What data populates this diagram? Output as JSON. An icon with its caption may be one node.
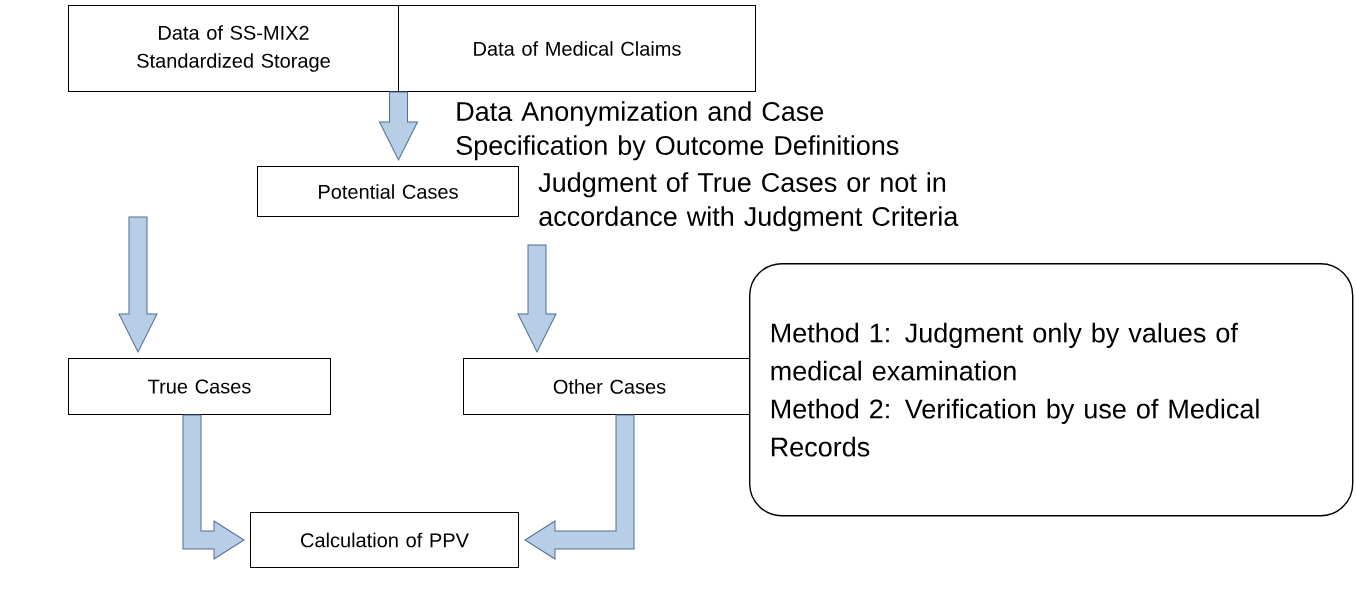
{
  "diagram": {
    "nodes": [
      {
        "text": [
          "Data of SS-MIX2 Standardized Storage"
        ]
      },
      {
        "text": [
          "Data of Medical Claims"
        ]
      },
      {
        "text": [
          "Potential Cases"
        ]
      },
      {
        "text": [
          "True Cases"
        ]
      },
      {
        "text": [
          "Other Cases"
        ]
      },
      {
        "text": [
          "Method 1: Judgment only by values of medical examination",
          "Method 2: Verification by use of Medical Records"
        ]
      },
      {
        "text": [
          "Calculation of PPV"
        ]
      }
    ],
    "edges": [
      {
        "from": 0,
        "to": 2,
        "arrow": "to",
        "label": "Data Anonymization and Case Specification by  Outcome Definitions"
      },
      {
        "from": 1,
        "to": 2,
        "arrow": "to"
      },
      {
        "from": 2,
        "to": 3,
        "arrow": "to"
      },
      {
        "from": 2,
        "to": 4,
        "arrow": "to",
        "label": "Judgment of True Cases or not in accordance with Judgment Criteria"
      },
      {
        "from": 3,
        "to": 6,
        "arrow": "to"
      },
      {
        "from": 4,
        "to": 6,
        "arrow": "to"
      }
    ]
  }
}
